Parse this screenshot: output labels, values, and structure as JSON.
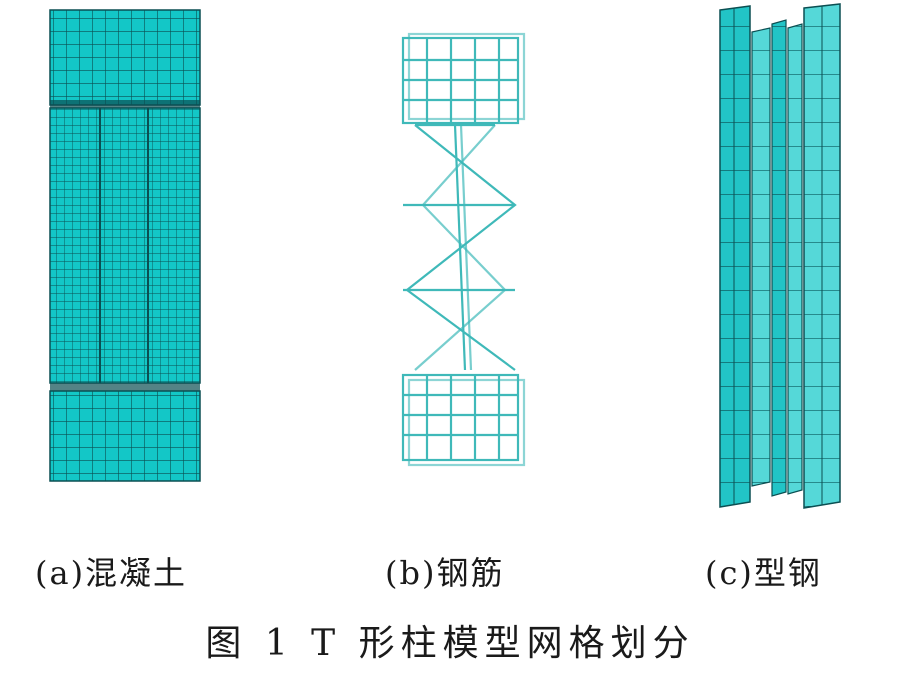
{
  "figure": {
    "title": "图 1   T 形柱模型网格划分",
    "panels": [
      {
        "id": "a",
        "caption": "(a)混凝土"
      },
      {
        "id": "b",
        "caption": "(b)钢筋"
      },
      {
        "id": "c",
        "caption": "(c)型钢"
      }
    ]
  },
  "colors": {
    "mesh_fill": "#13c7c7",
    "mesh_line": "#0b4f52",
    "rebar": "#3fb9b9",
    "steel_light": "#55d8d8",
    "steel_dark": "#0e8f91",
    "text": "#1a1a1a"
  }
}
